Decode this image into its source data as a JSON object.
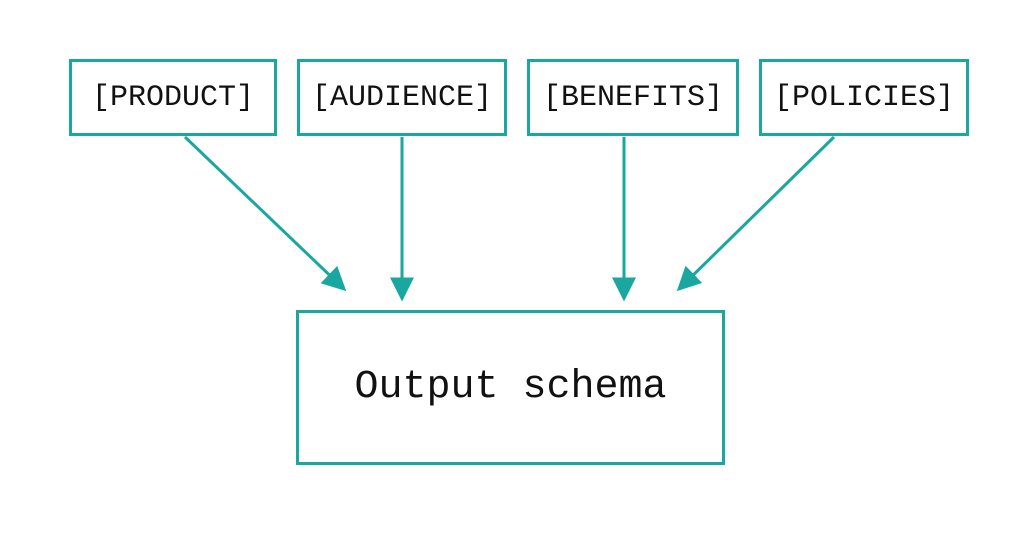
{
  "inputs": {
    "product": "[PRODUCT]",
    "audience": "[AUDIENCE]",
    "benefits": "[BENEFITS]",
    "policies": "[POLICIES]"
  },
  "output": {
    "label": "Output schema"
  },
  "colors": {
    "accent": "#1aa7a0",
    "text": "#111111",
    "background": "#ffffff"
  }
}
